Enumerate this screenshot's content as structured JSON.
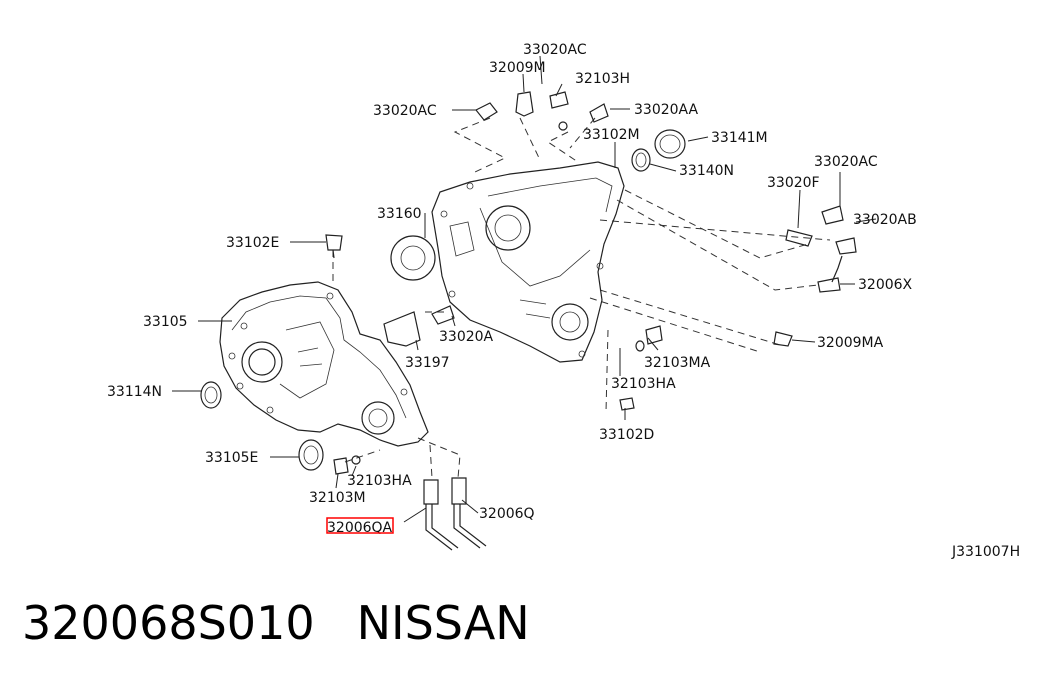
{
  "diagram": {
    "figure_id": "J331007H",
    "labels": {
      "l_33020AC_top": "33020AC",
      "l_32009M": "32009M",
      "l_32103H": "32103H",
      "l_33020AC_left": "33020AC",
      "l_33020AA": "33020AA",
      "l_33102M": "33102M",
      "l_33141M": "33141M",
      "l_33140N": "33140N",
      "l_33020AC_right": "33020AC",
      "l_33020F": "33020F",
      "l_33020AB": "33020AB",
      "l_32006X": "32006X",
      "l_33160": "33160",
      "l_33102E": "33102E",
      "l_33105": "33105",
      "l_33020A": "33020A",
      "l_33197": "33197",
      "l_32103MA": "32103MA",
      "l_32009MA": "32009MA",
      "l_32103HA_right": "32103HA",
      "l_33114N": "33114N",
      "l_33102D": "33102D",
      "l_33105E": "33105E",
      "l_32103HA_bottom": "32103HA",
      "l_32103M": "32103M",
      "l_32006Q": "32006Q",
      "l_32006QA": "32006QA"
    },
    "highlight_color": "#ff0000"
  },
  "caption": {
    "part_number": "320068S010",
    "brand": "NISSAN"
  }
}
